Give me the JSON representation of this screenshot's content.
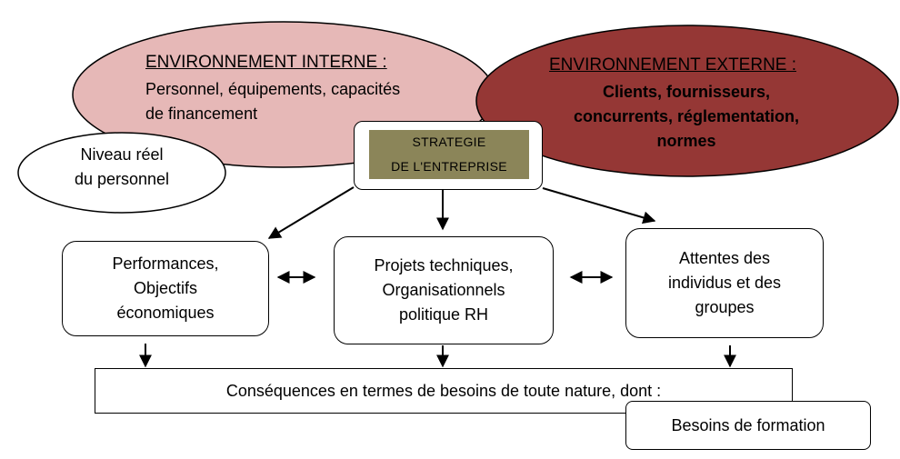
{
  "environnement_interne": {
    "title": "ENVIRONNEMENT INTERNE :",
    "line1": "Personnel, équipements, capacités",
    "line2": "de financement",
    "fill": "#e6b8b7"
  },
  "environnement_externe": {
    "title": "ENVIRONNEMENT EXTERNE :",
    "line1": "Clients, fournisseurs,",
    "line2": "concurrents, réglementation,",
    "line3": "normes",
    "fill": "#953735"
  },
  "niveau_personnel": {
    "line1": "Niveau réel",
    "line2": "du personnel"
  },
  "strategie": {
    "line1": "STRATEGIE",
    "line2": "DE L'ENTREPRISE",
    "fill": "#8b8559"
  },
  "boxes": [
    {
      "line1": "Performances,",
      "line2": "Objectifs",
      "line3": "économiques"
    },
    {
      "line1": "Projets techniques,",
      "line2": "Organisationnels",
      "line3": "politique RH"
    },
    {
      "line1": "Attentes des",
      "line2": "individus et des",
      "line3": "groupes"
    }
  ],
  "consequences": "Conséquences en termes de besoins de toute nature, dont :",
  "besoins_formation": "Besoins de formation"
}
